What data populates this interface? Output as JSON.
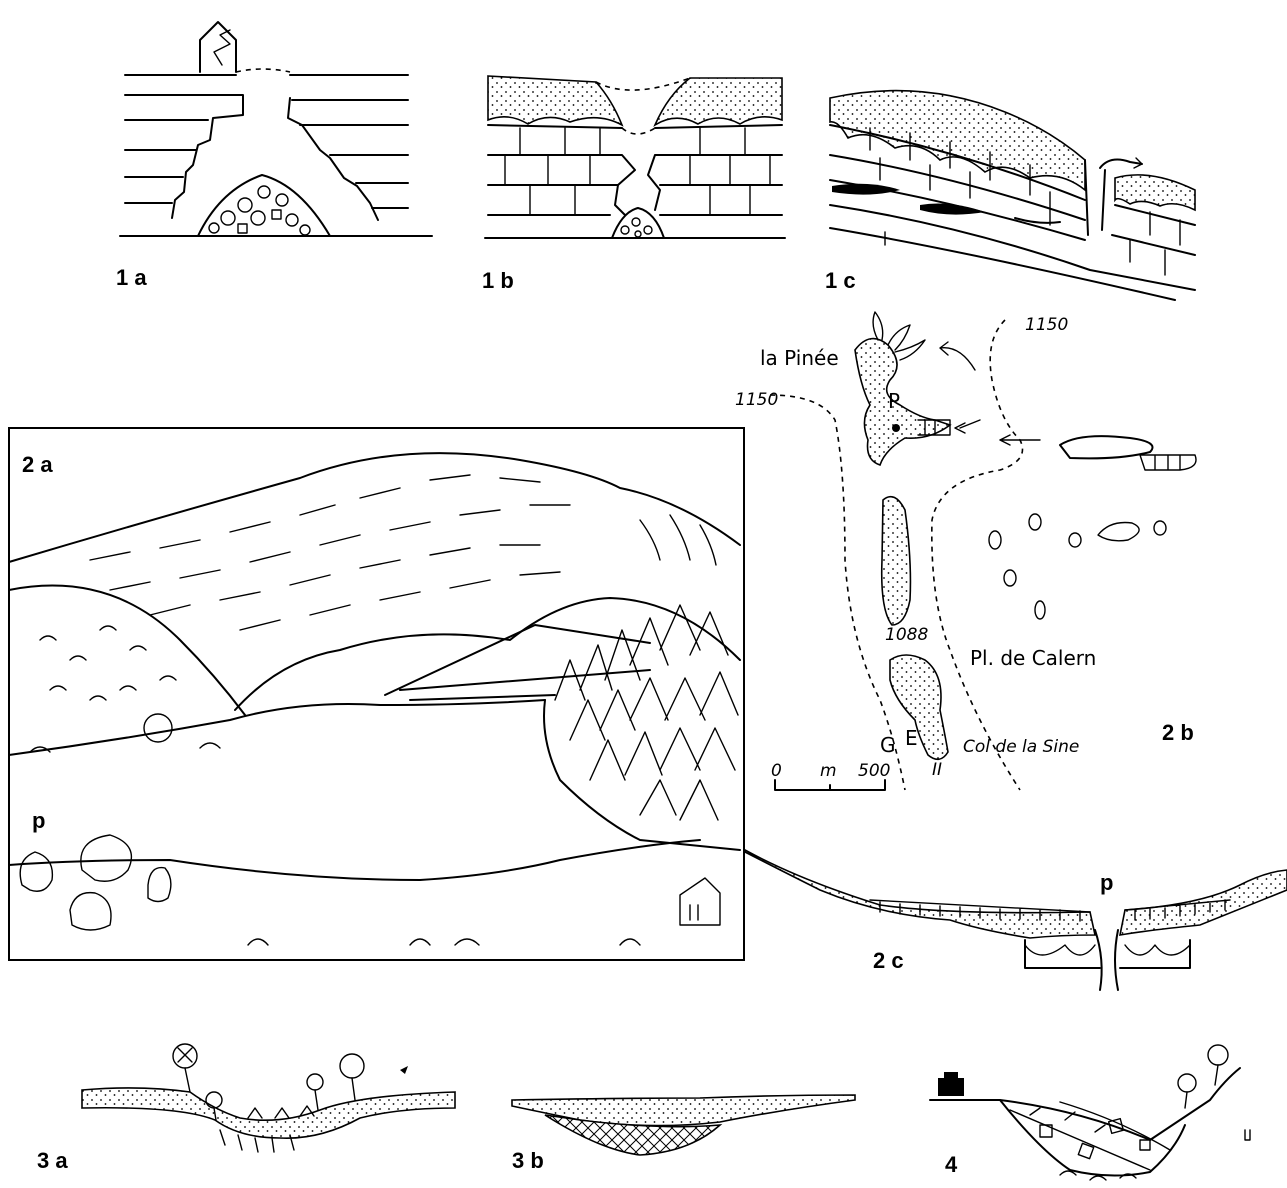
{
  "figure": {
    "labels": {
      "fig_1a": "1 a",
      "fig_1b": "1 b",
      "fig_1c": "1 c",
      "fig_2a": "2 a",
      "fig_2b": "2 b",
      "fig_2c": "2 c",
      "fig_3a": "3 a",
      "fig_3b": "3 b",
      "fig_4": "4"
    },
    "map_2b": {
      "place_la_pinee": "la Pinée",
      "place_plateau": "Pl. de Calern",
      "place_col": "Col de la Sine",
      "contour_1150_right": "1150",
      "contour_1150_left": "1150",
      "spot_height": "1088",
      "letter_p": "P",
      "letter_g": "G",
      "letter_e": "E",
      "letter_ii": "II",
      "scale_zero": "0",
      "scale_unit": "m",
      "scale_max": "500"
    },
    "marker_p_left": "p",
    "marker_p_right": "p"
  }
}
